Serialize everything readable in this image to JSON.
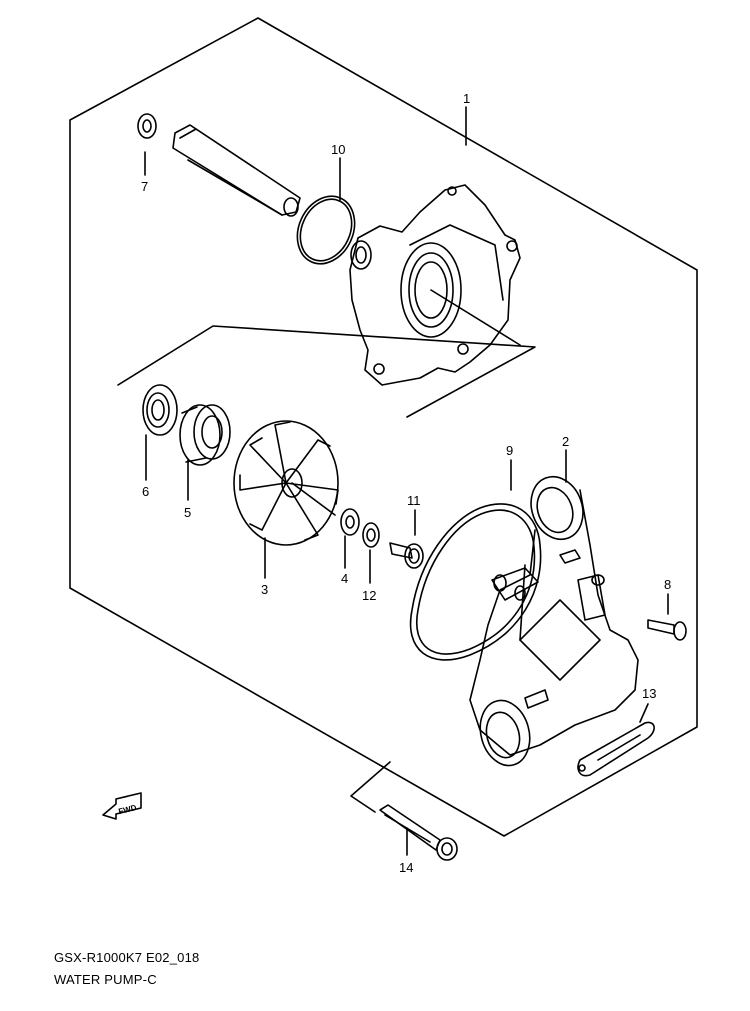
{
  "diagram": {
    "callouts": [
      {
        "id": "1",
        "label": "1"
      },
      {
        "id": "2",
        "label": "2"
      },
      {
        "id": "3",
        "label": "3"
      },
      {
        "id": "4",
        "label": "4"
      },
      {
        "id": "5",
        "label": "5"
      },
      {
        "id": "6",
        "label": "6"
      },
      {
        "id": "7",
        "label": "7"
      },
      {
        "id": "8",
        "label": "8"
      },
      {
        "id": "9",
        "label": "9"
      },
      {
        "id": "10",
        "label": "10"
      },
      {
        "id": "11",
        "label": "11"
      },
      {
        "id": "12",
        "label": "12"
      },
      {
        "id": "13",
        "label": "13"
      },
      {
        "id": "14",
        "label": "14"
      }
    ],
    "fwd_label": "FWD"
  },
  "footer": {
    "model": "GSX-R1000K7 E02_018",
    "title": "WATER PUMP-C"
  }
}
